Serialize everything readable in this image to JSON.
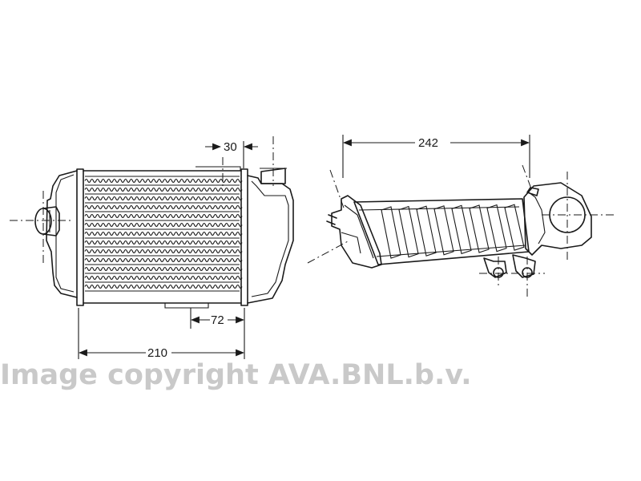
{
  "dimensions": {
    "dim_30": "30",
    "dim_72": "72",
    "dim_210": "210",
    "dim_242": "242"
  },
  "watermark": {
    "text": "Image copyright AVA.BNL.b.v."
  },
  "colors": {
    "line": "#1a1a1a",
    "watermark": "#c9c9c9",
    "background": "#ffffff"
  }
}
